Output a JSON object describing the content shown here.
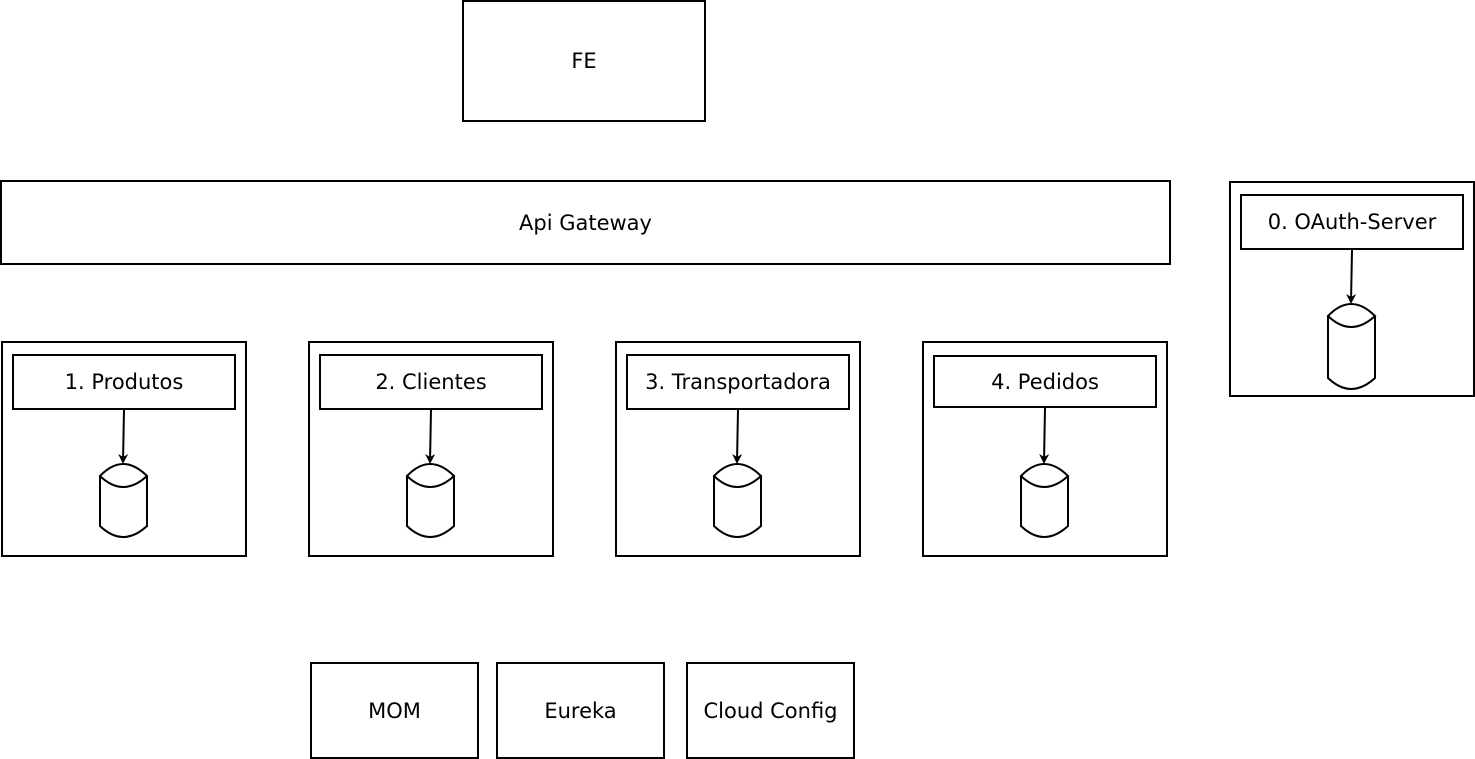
{
  "frontend": {
    "label": "FE"
  },
  "gateway": {
    "label": "Api Gateway"
  },
  "auth": {
    "label": "0. OAuth-Server"
  },
  "services": [
    {
      "label": "1. Produtos"
    },
    {
      "label": "2. Clientes"
    },
    {
      "label": "3. Transportadora"
    },
    {
      "label": "4. Pedidos"
    }
  ],
  "infrastructure": [
    {
      "label": "MOM"
    },
    {
      "label": "Eureka"
    },
    {
      "label": "Cloud Config"
    }
  ]
}
